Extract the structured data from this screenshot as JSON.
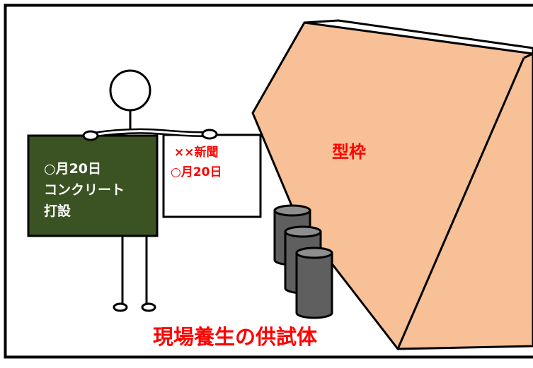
{
  "board": {
    "line1": "○月20日",
    "line2": "コンクリート",
    "line3": "打設"
  },
  "paper": {
    "line1": "××新聞",
    "line2": "○月20日"
  },
  "formwork_label": "型枠",
  "caption": "現場養生の供試体",
  "colors": {
    "board": "#3b5323",
    "formwork": "#f8c096",
    "cylinder": "#5f5f5f",
    "label_text": "#ff0000"
  }
}
